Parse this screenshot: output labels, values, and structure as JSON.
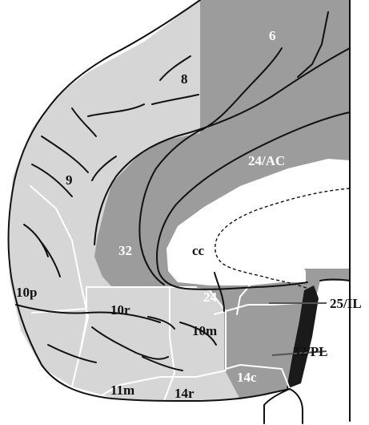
{
  "colors": {
    "light_region": "#d6d6d6",
    "dark_region": "#9c9c9c",
    "black_region": "#1a1a1a",
    "outline": "#111111",
    "region_border": "#ffffff"
  },
  "labels": {
    "area_6": "6",
    "area_8": "8",
    "area_9": "9",
    "area_24_ac": "24/AC",
    "area_32": "32",
    "cc": "cc",
    "area_10p": "10p",
    "area_10r": "10r",
    "area_24": "24",
    "area_10m": "10m",
    "area_25_il": "25/IL",
    "area_32_pl": "32/PL",
    "area_11m": "11m",
    "area_14r": "14r",
    "area_14c": "14c"
  }
}
